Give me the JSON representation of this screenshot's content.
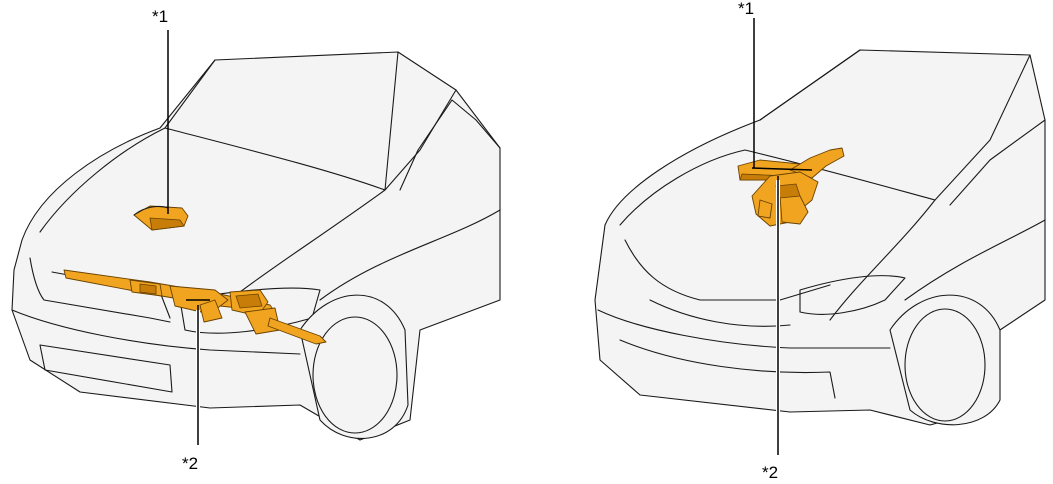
{
  "figure": {
    "background": "#ffffff",
    "part_color": "#f0a420",
    "car_fill": "#f4f4f4"
  },
  "left_view": {
    "callout_1": "*1",
    "callout_2": "*2",
    "part_1_icon": "power-steering-ecu",
    "part_2_icon": "steering-gear-assembly"
  },
  "right_view": {
    "callout_1": "*1",
    "callout_2": "*2",
    "part_1_icon": "power-steering-ecu",
    "part_2_icon": "steering-column-assembly"
  }
}
